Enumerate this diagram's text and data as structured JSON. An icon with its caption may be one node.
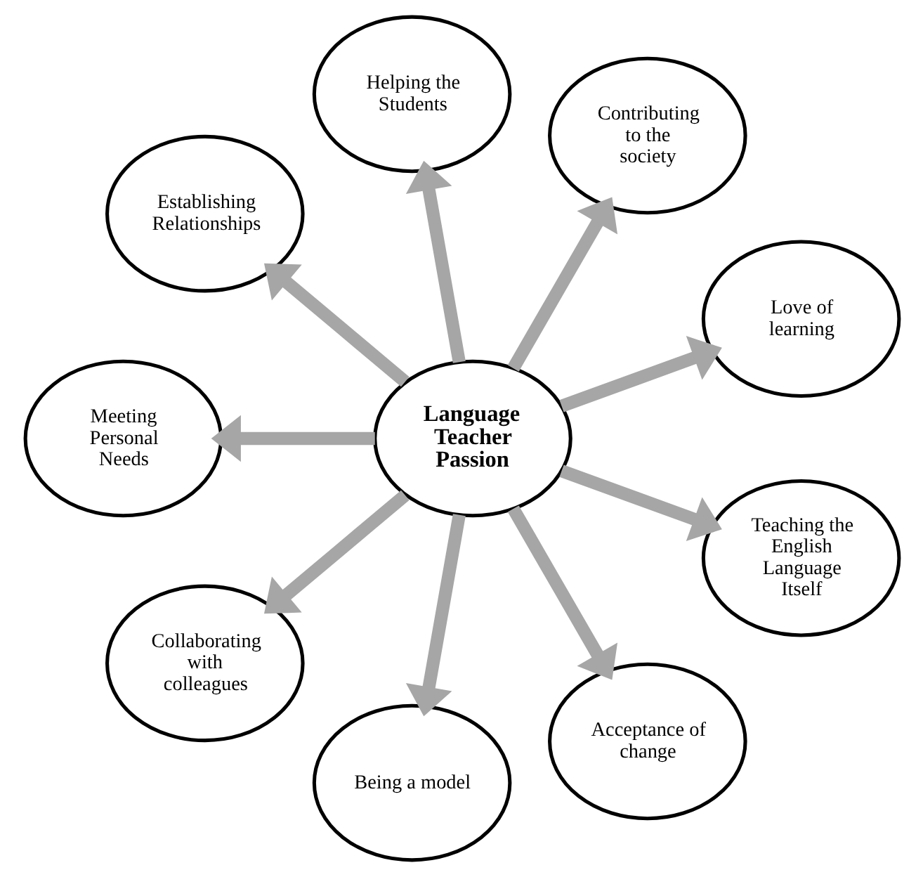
{
  "diagram": {
    "nodes": [
      {
        "text": [
          "Language Teacher Passion"
        ]
      },
      {
        "text": [
          "Love of learning"
        ]
      },
      {
        "text": [
          "Contributing to the society"
        ]
      },
      {
        "text": [
          "Helping the Students"
        ]
      },
      {
        "text": [
          "Establishing Relationships"
        ]
      },
      {
        "text": [
          "Meeting Personal Needs"
        ]
      },
      {
        "text": [
          "Collaborating with colleagues"
        ]
      },
      {
        "text": [
          "Being a model"
        ]
      },
      {
        "text": [
          "Acceptance of change"
        ]
      },
      {
        "text": [
          "Teaching the English Language Itself"
        ]
      }
    ],
    "edges": [
      {
        "from": 0,
        "to": 1,
        "arrow": "to"
      },
      {
        "from": 0,
        "to": 2,
        "arrow": "to"
      },
      {
        "from": 0,
        "to": 3,
        "arrow": "to"
      },
      {
        "from": 0,
        "to": 4,
        "arrow": "to"
      },
      {
        "from": 0,
        "to": 5,
        "arrow": "to"
      },
      {
        "from": 0,
        "to": 6,
        "arrow": "to"
      },
      {
        "from": 0,
        "to": 7,
        "arrow": "to"
      },
      {
        "from": 0,
        "to": 8,
        "arrow": "to"
      },
      {
        "from": 0,
        "to": 9,
        "arrow": "to"
      }
    ]
  }
}
